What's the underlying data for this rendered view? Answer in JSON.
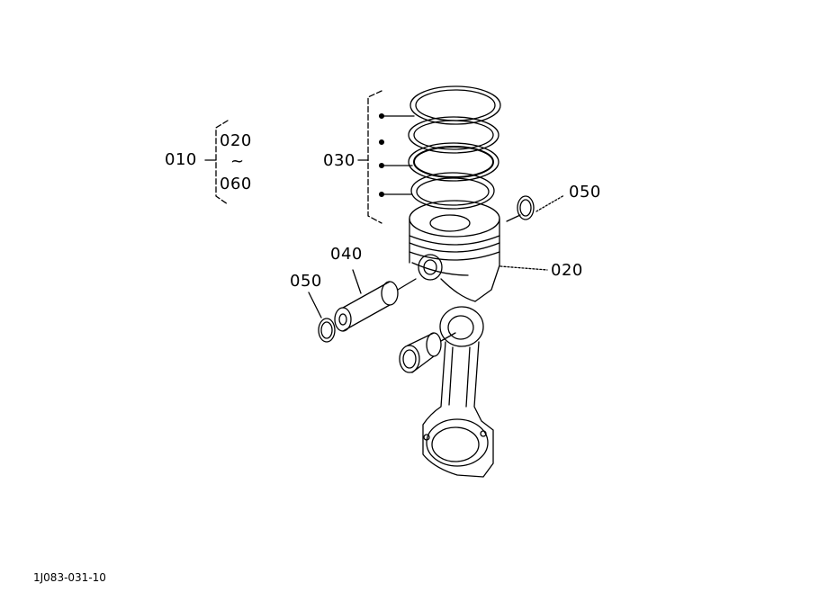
{
  "labels": {
    "assembly": "010",
    "range_start": "020",
    "range_sep": "~",
    "range_end": "060",
    "rings": "030",
    "circlip_right": "050",
    "piston": "020",
    "pin": "040",
    "circlip_left": "050"
  },
  "figure_code": "1J083-031-10",
  "colors": {
    "line": "#000000",
    "background": "#ffffff"
  }
}
